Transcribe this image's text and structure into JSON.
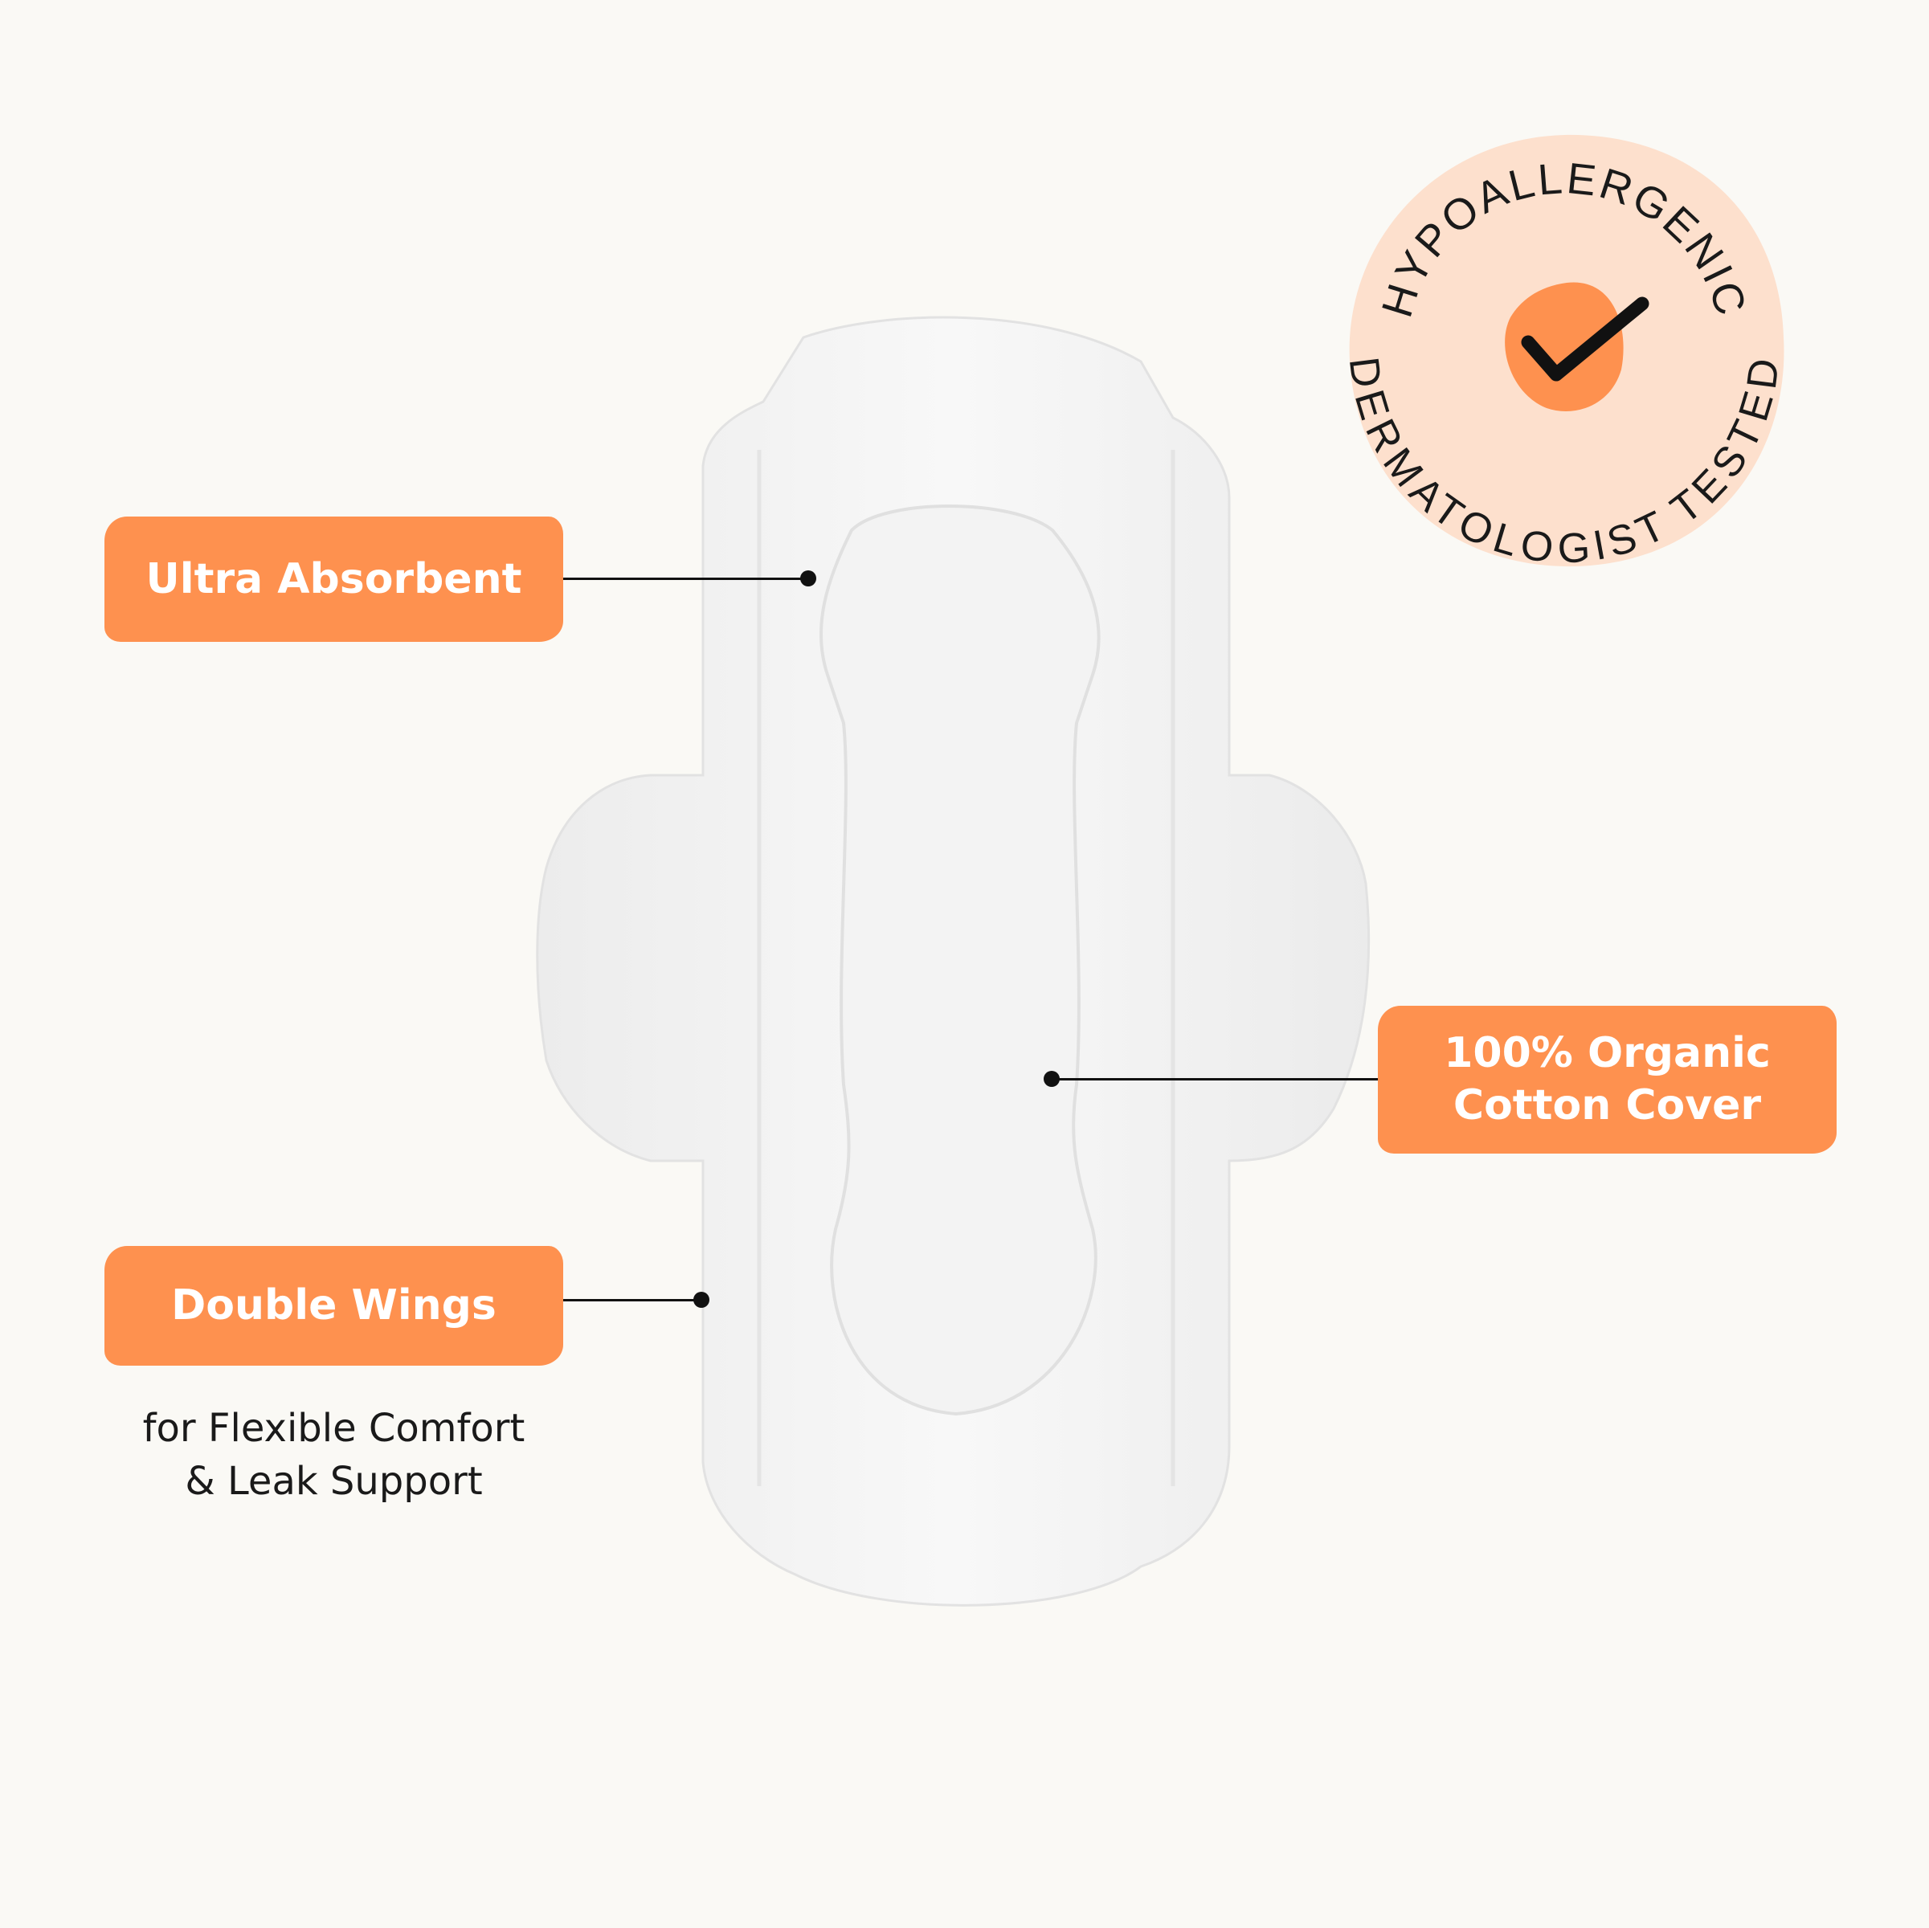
{
  "colors": {
    "background": "#faf9f5",
    "accent": "#fe914f",
    "badge": "#fde0cd",
    "text": "#1a1a1a"
  },
  "badge": {
    "top_text": "HYPOALLERGENIC",
    "bottom_text": "DERMATOLOGIST TESTED",
    "icon": "checkmark-icon"
  },
  "callouts": {
    "ultra_absorbent": "Ultra Absorbent",
    "organic_line1": "100% Organic",
    "organic_line2": "Cotton Cover",
    "double_wings": "Double Wings",
    "double_wings_sub1": "for Flexible Comfort",
    "double_wings_sub2": "& Leak Support"
  }
}
